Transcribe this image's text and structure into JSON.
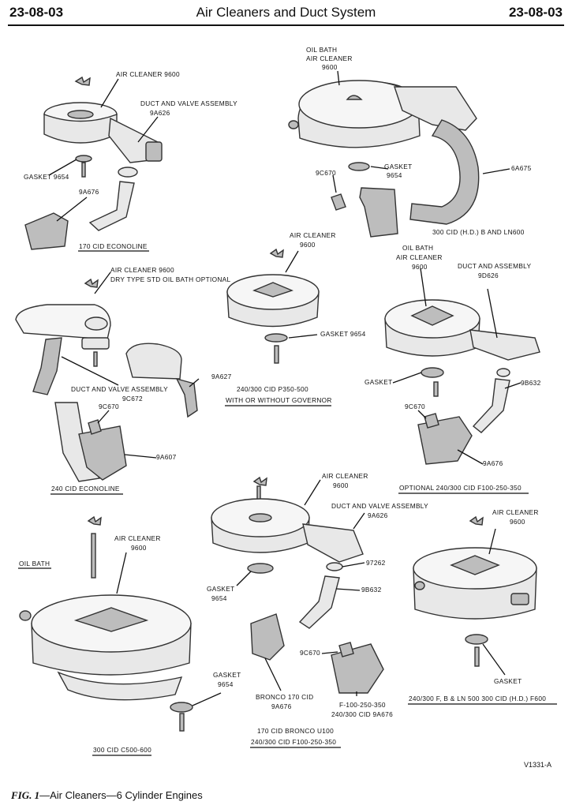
{
  "header": {
    "section_left": "23-08-03",
    "title": "Air Cleaners and Duct System",
    "section_right": "23-08-03"
  },
  "labels": {
    "a1": "AIR CLEANER 9600",
    "a2": "DUCT AND VALVE ASSEMBLY",
    "a3": "9A626",
    "a4": "GASKET 9654",
    "a5": "9A676",
    "a6": "170 CID ECONOLINE",
    "b1": "OIL BATH",
    "b2": "AIR CLEANER",
    "b3": "9600",
    "b4": "9C670",
    "b5": "GASKET",
    "b6": "9654",
    "b7": "6A675",
    "b8": "300 CID (H.D.) B AND LN600",
    "c1": "AIR CLEANER",
    "c2": "9600",
    "c3": "GASKET 9654",
    "c4": "240/300 CID P350-500",
    "c5": "WITH OR WITHOUT GOVERNOR",
    "d1": "AIR CLEANER 9600",
    "d2": "DRY TYPE STD OIL BATH OPTIONAL",
    "d3": "9A627",
    "d4": "DUCT AND VALVE ASSEMBLY",
    "d5": "9C672",
    "d6": "9C670",
    "d7": "9A607",
    "d8": "240 CID ECONOLINE",
    "e1": "OIL BATH",
    "e2": "AIR CLEANER",
    "e3": "9600",
    "e4": "DUCT AND ASSEMBLY",
    "e5": "9D626",
    "e6": "GASKET",
    "e7": "9B632",
    "e8": "9C670",
    "e9": "9A676",
    "e10": "OPTIONAL 240/300 CID F100-250-350",
    "f1": "AIR CLEANER",
    "f2": "9600",
    "f3": "DUCT AND VALVE ASSEMBLY",
    "f4": "9A626",
    "f5": "97262",
    "f6": "GASKET",
    "f7": "9654",
    "f8": "9B632",
    "f9": "9C670",
    "f10": "BRONCO 170 CID",
    "f11": "9A676",
    "f12": "F-100-250-350",
    "f13": "240/300  CID 9A676",
    "f14": "170 CID BRONCO U100",
    "f15": "240/300 CID F100-250-350",
    "g1": "OIL BATH",
    "g2": "AIR CLEANER",
    "g3": "9600",
    "g4": "GASKET",
    "g5": "9654",
    "g6": "300 CID C500-600",
    "h1": "AIR CLEANER",
    "h2": "9600",
    "h3": "GASKET",
    "h4": "240/300 F, B & LN 500 300 CID (H.D.) F600"
  },
  "reference_code": "V1331-A",
  "figure": {
    "number": "FIG. 1",
    "caption": "—Air Cleaners—6 Cylinder Engines"
  }
}
